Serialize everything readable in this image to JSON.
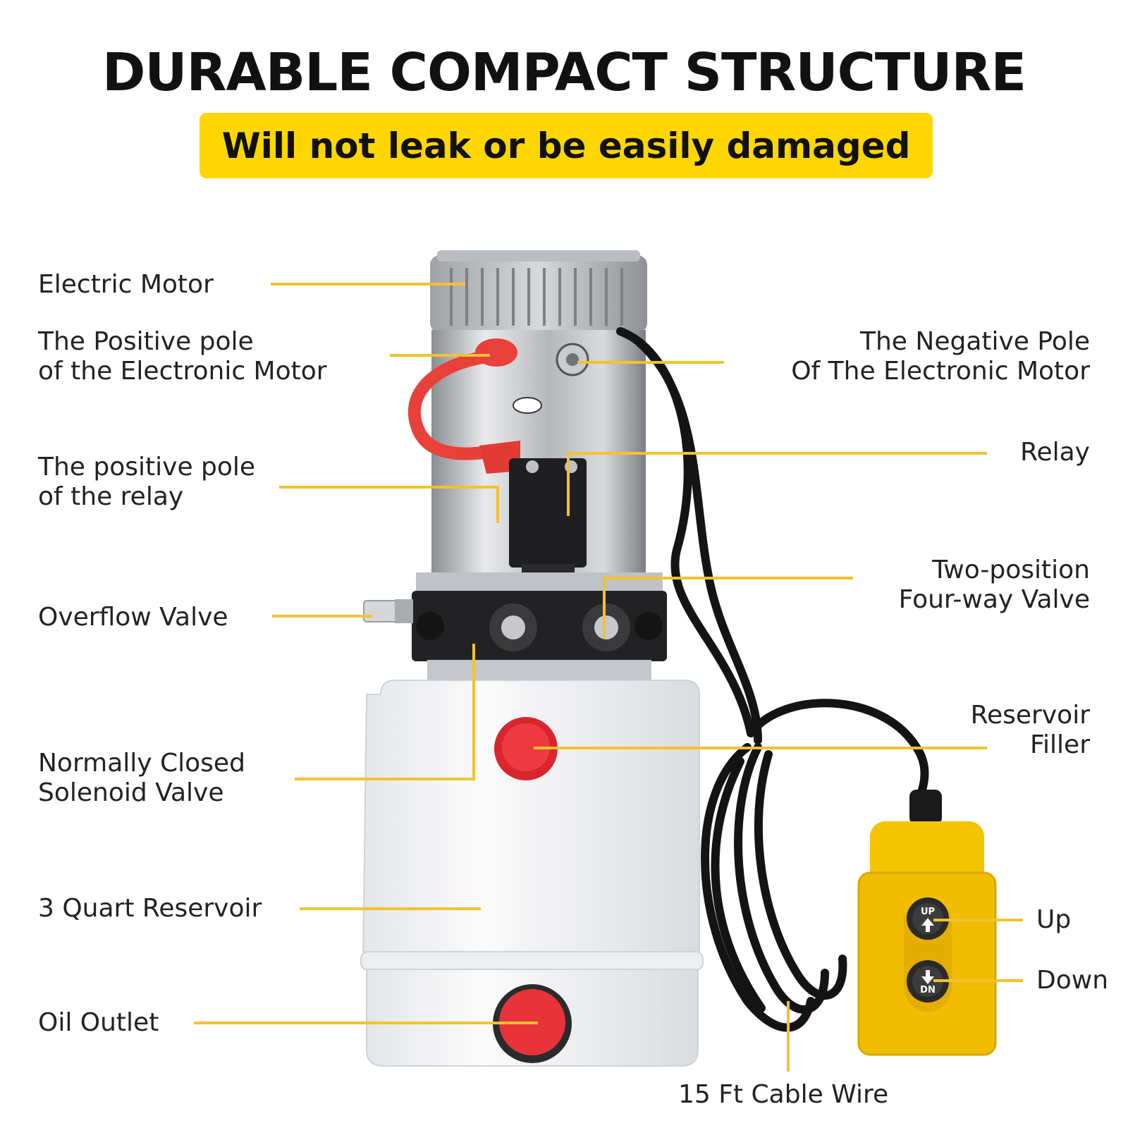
{
  "header": {
    "title": "DURABLE COMPACT STRUCTURE",
    "subtitle": "Will not leak or be easily damaged"
  },
  "labels": {
    "electric_motor": "Electric Motor",
    "positive_pole_motor": [
      "The Positive pole",
      "of the Electronic Motor"
    ],
    "negative_pole_motor": [
      "The Negative Pole",
      "Of The Electronic Motor"
    ],
    "relay": "Relay",
    "positive_pole_relay": [
      "The positive pole",
      "of the relay"
    ],
    "overflow_valve": "Overflow Valve",
    "four_way_valve": [
      "Two-position",
      "Four-way Valve"
    ],
    "solenoid_valve": [
      "Normally Closed",
      "Solenoid Valve"
    ],
    "reservoir_filler": [
      "Reservoir",
      "Filler"
    ],
    "reservoir": "3 Quart Reservoir",
    "oil_outlet": "Oil Outlet",
    "up": "Up",
    "down": "Down",
    "cable": "15 Ft Cable Wire"
  },
  "remote": {
    "up_button_text": "UP",
    "down_button_text": "DN"
  },
  "colors": {
    "accent": "#ffd600",
    "leader_line": "#f2c230",
    "cap_red": "#e8333a",
    "remote_yellow": "#f5c400"
  }
}
